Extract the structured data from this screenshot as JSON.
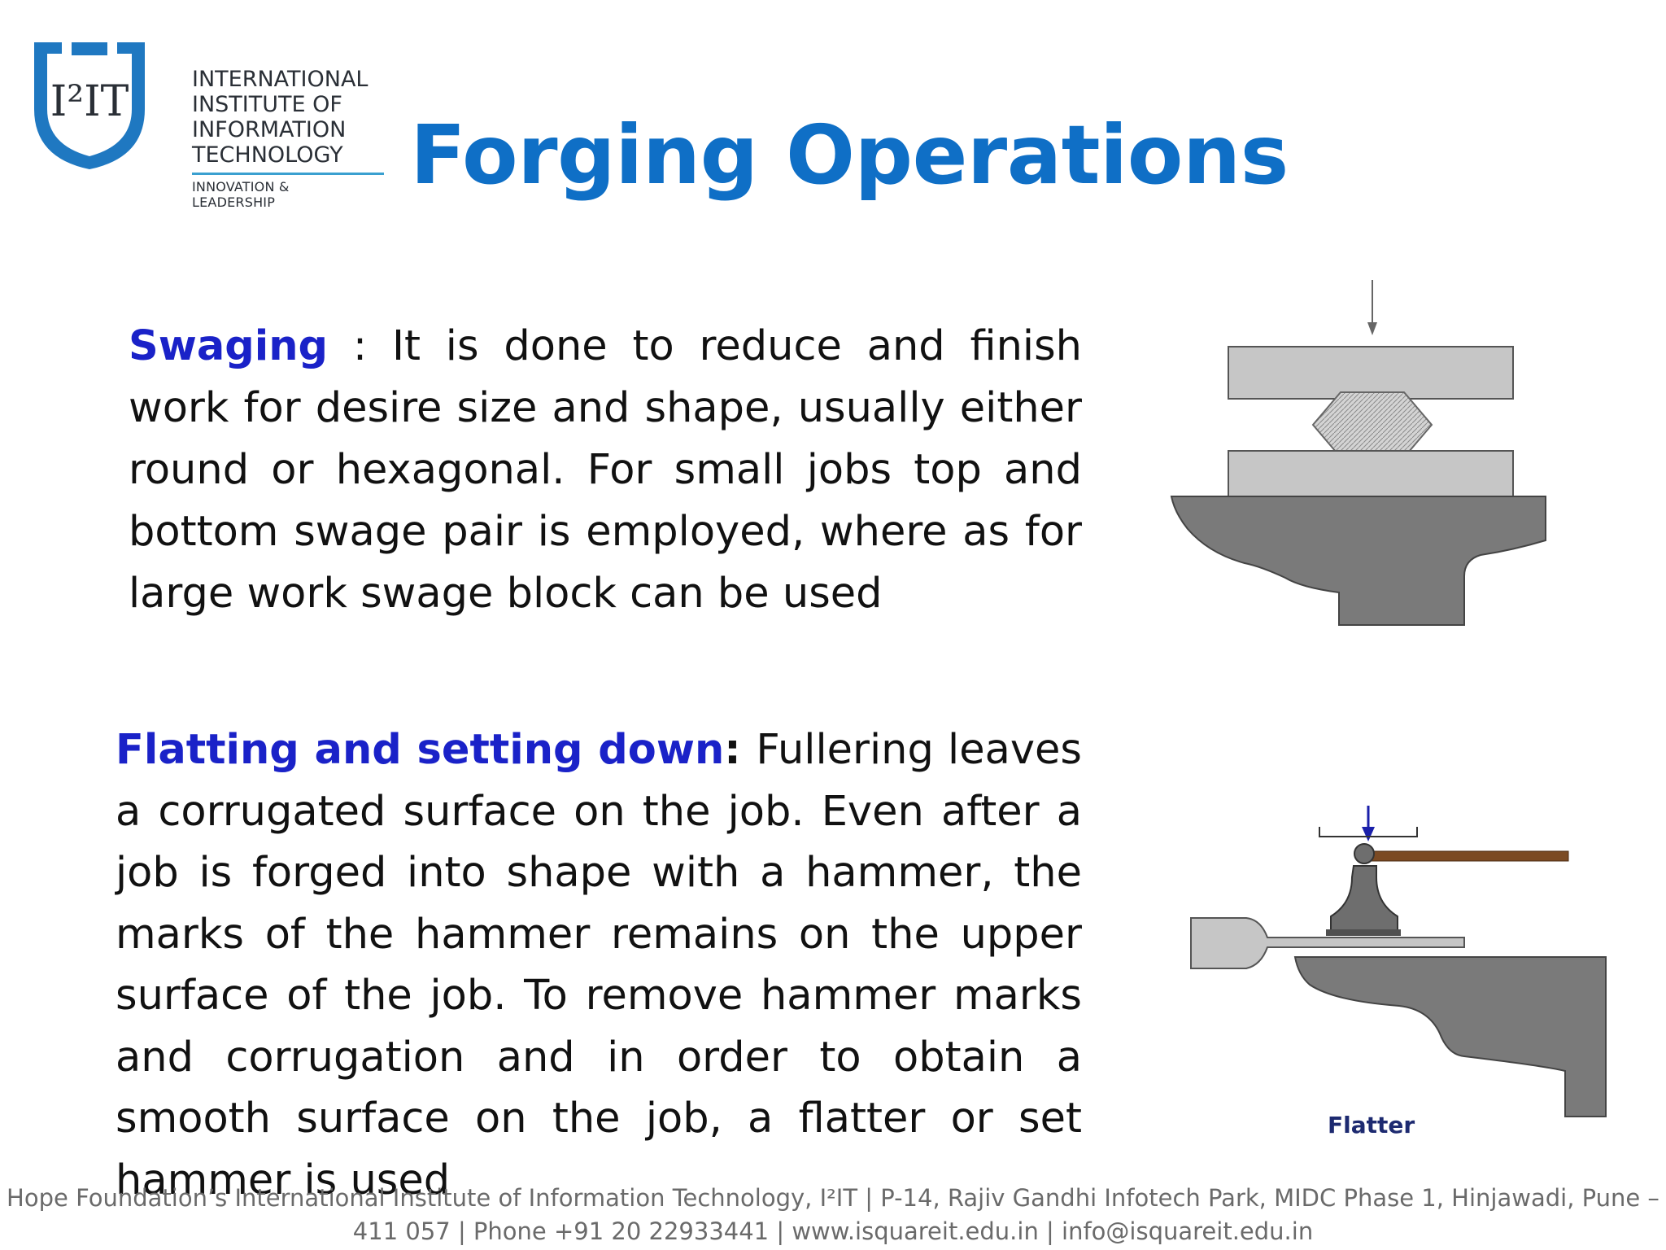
{
  "logo": {
    "mark": "I²IT",
    "name_lines": [
      "INTERNATIONAL",
      "INSTITUTE OF",
      "INFORMATION",
      "TECHNOLOGY"
    ],
    "tagline": "INNOVATION & LEADERSHIP",
    "colors": {
      "shield": "#1f78c1",
      "text": "#2a2f36"
    }
  },
  "slide": {
    "title": "Forging Operations",
    "title_color": "#0f6fc6",
    "sections": [
      {
        "term": "Swaging",
        "separator": " : ",
        "body": "It is done to reduce and finish work for desire size and shape, usually either round or hexagonal. For small jobs top and bottom swage pair is employed, where as for large work swage block can be used"
      },
      {
        "term": "Flatting and setting down",
        "separator": ": ",
        "body": "Fullering leaves a corrugated surface on the job. Even after a job is forged into shape with a hammer, the marks of the hammer remains on the upper surface of the job. To remove hammer marks and corrugation and in order to obtain a smooth surface on the job, a flatter or set hammer is used"
      }
    ],
    "term_color": "#1a22c8",
    "figures": {
      "swaging": {
        "icon": "swage-diagram"
      },
      "flatter": {
        "icon": "flatter-diagram",
        "label": "Flatter"
      }
    }
  },
  "footer": {
    "line1": "Hope Foundation’s International Institute of Information Technology, I²IT | P-14, Rajiv Gandhi Infotech Park, MIDC Phase 1, Hinjawadi, Pune –",
    "line2": "411 057 | Phone +91 20 22933441 | www.isquareit.edu.in | info@isquareit.edu.in"
  }
}
